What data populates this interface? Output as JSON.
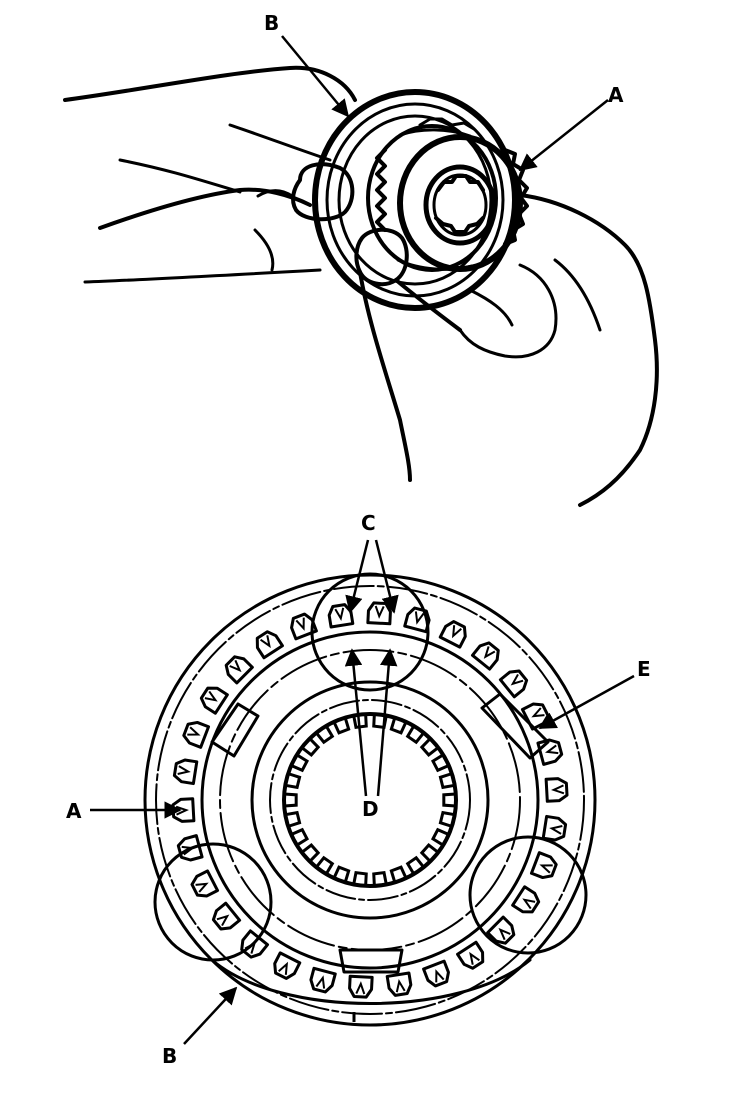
{
  "figure_top": {
    "callouts": {
      "b": "B",
      "a": "A"
    }
  },
  "figure_bottom": {
    "callouts": {
      "c": "C",
      "e": "E",
      "a": "A",
      "d": "D",
      "b": "B"
    },
    "colors": {
      "line": "#000000",
      "background": "#ffffff"
    }
  }
}
